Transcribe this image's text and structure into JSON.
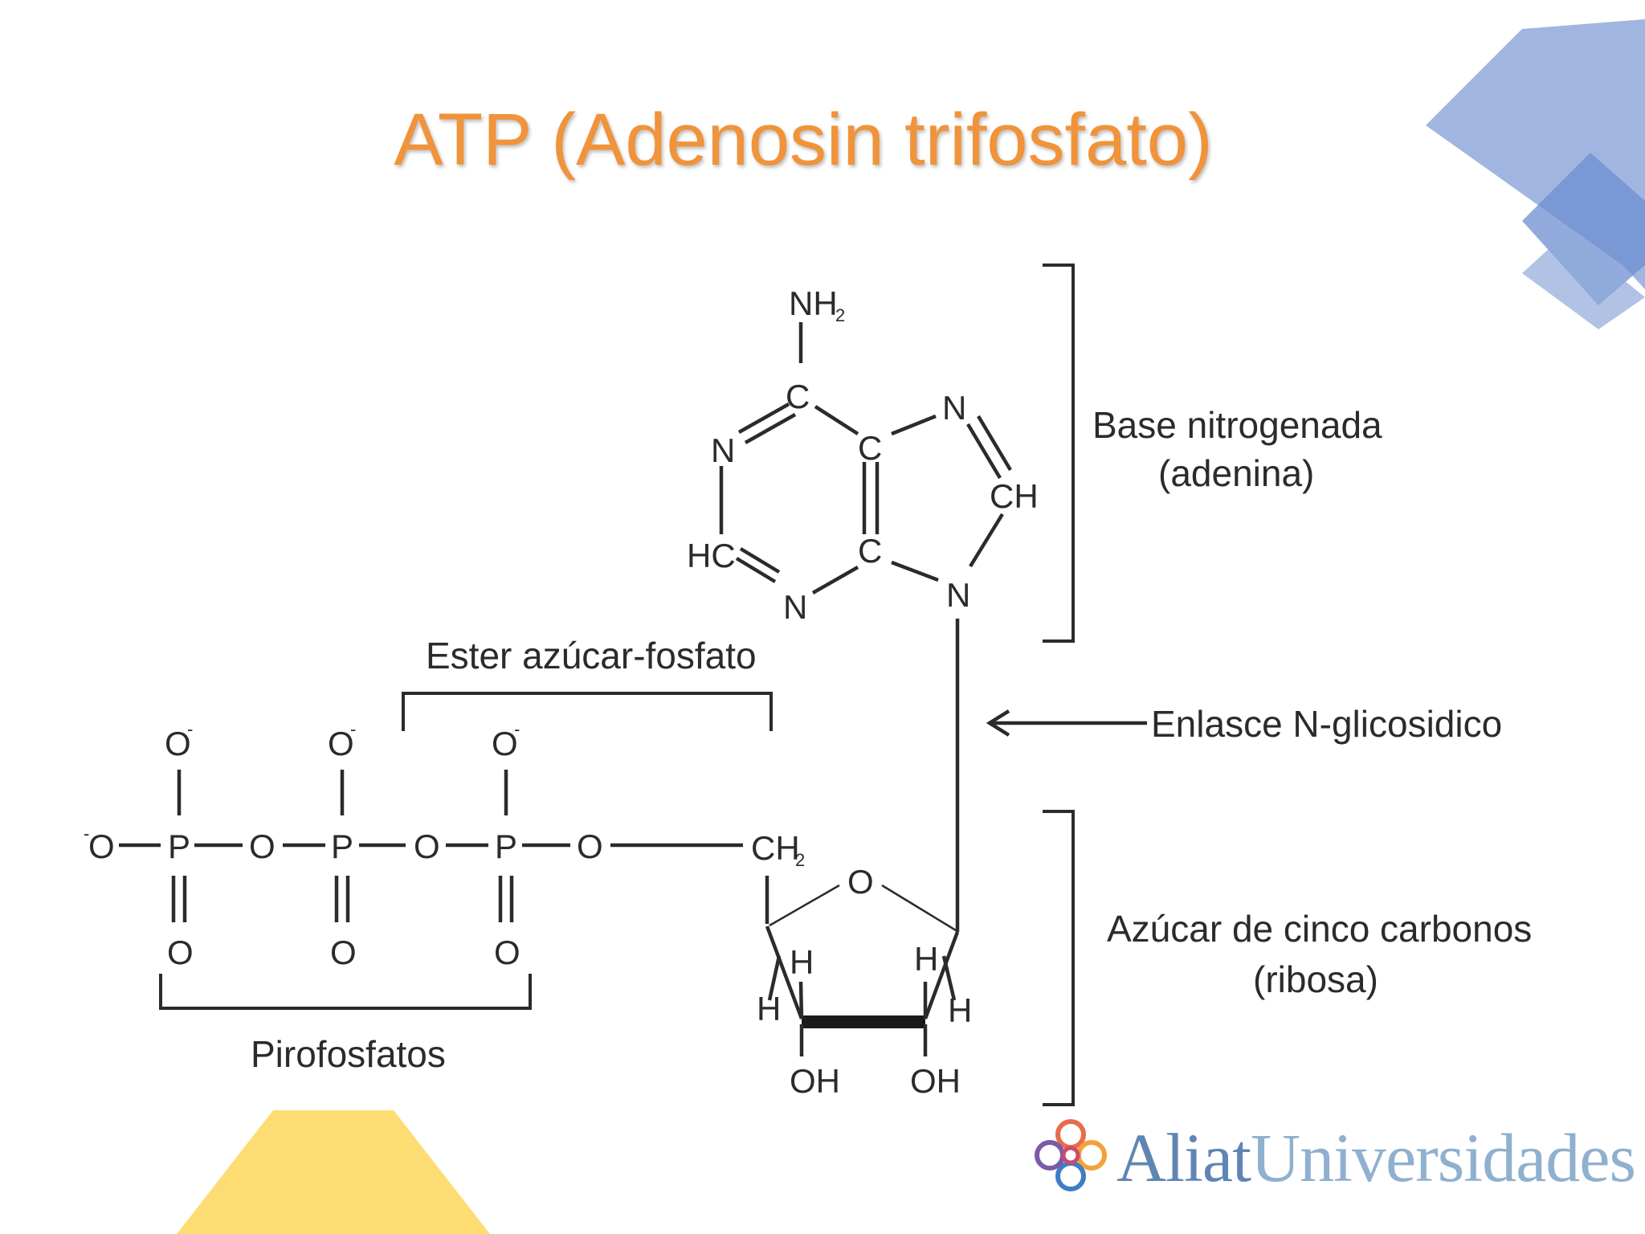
{
  "slide": {
    "title": "ATP (Adenosin trifosfato)"
  },
  "colors": {
    "title": "#F0933A",
    "accent_blue": "#8FA9DA",
    "accent_yellow": "#FDDD73"
  },
  "molecule": {
    "nh": "NH",
    "two": "2",
    "c": "C",
    "n": "N",
    "ch": "CH",
    "hc": "HC",
    "o": "O",
    "p": "P",
    "minus": "-",
    "h": "H",
    "oh": "OH",
    "ch2": "CH"
  },
  "labels": {
    "base_line1": "Base nitrogenada",
    "base_line2": "(adenina)",
    "ester": "Ester azúcar-fosfato",
    "bond": "Enlasce N-glicosidico",
    "sugar_line1": "Azúcar de cinco carbonos",
    "sugar_line2": "(ribosa)",
    "pyro": "Pirofosfatos"
  },
  "logo": {
    "part1": "Aliat",
    "part2": "Universidades",
    "icon": "aliat-flower-icon"
  }
}
